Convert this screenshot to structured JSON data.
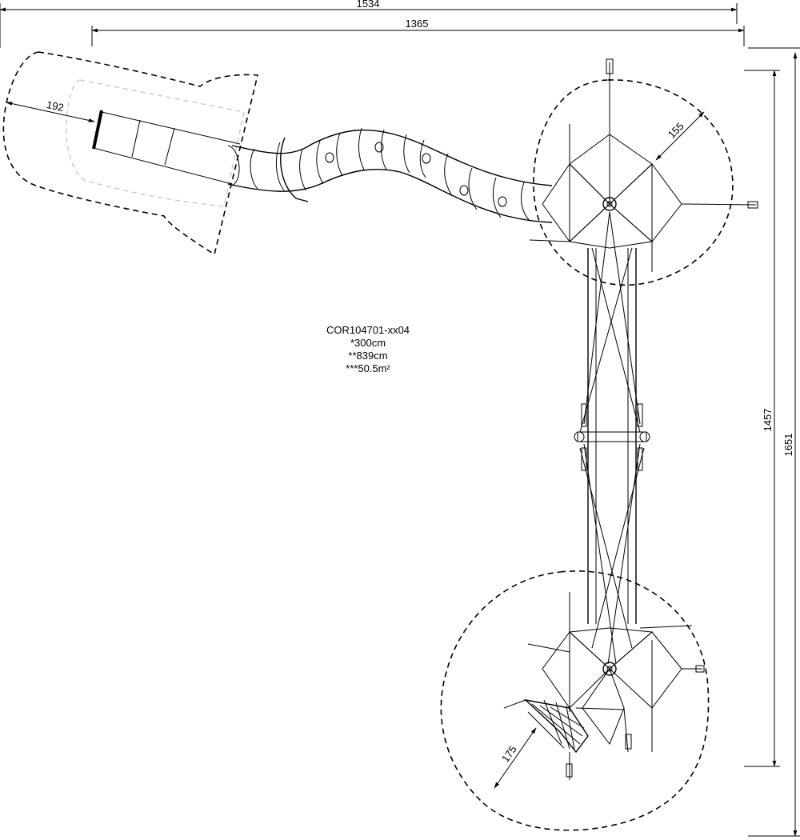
{
  "dimensions": {
    "total_width": "1534",
    "inner_width": "1365",
    "inner_height": "1457",
    "total_height": "1651",
    "slide_zone": "192",
    "top_tower_zone": "155",
    "bottom_tower_zone": "175"
  },
  "spec": {
    "code": "COR104701-xx04",
    "height": "*300cm",
    "length": "**839cm",
    "area": "***50.5m²"
  }
}
